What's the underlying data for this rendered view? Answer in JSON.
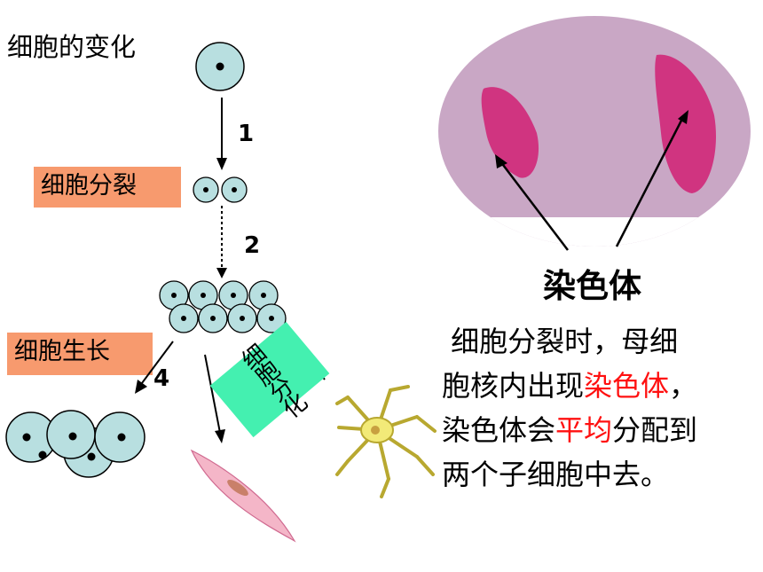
{
  "title": "细胞的变化",
  "labels": {
    "division": "细胞分裂",
    "growth": "细胞生长",
    "differentiation": "细胞分化",
    "chromosome": "染色体"
  },
  "steps": [
    "1",
    "2",
    "4"
  ],
  "description": {
    "line1": " 细胞分裂时，母细",
    "line2_a": "胞核内出现",
    "line2_red": "染色体",
    "line2_b": "，",
    "line3_a": "染色体会",
    "line3_red": "平均",
    "line3_b": "分配到",
    "line4": "两个子细胞中去。"
  },
  "colors": {
    "label_box": "#f79a6e",
    "diff_box": "#44f0b0",
    "cell_fill": "#b8dfe0",
    "highlight_red": "#ff1010",
    "micrograph_bg": "#c8a8c4",
    "chromosome": "#d0307a"
  }
}
